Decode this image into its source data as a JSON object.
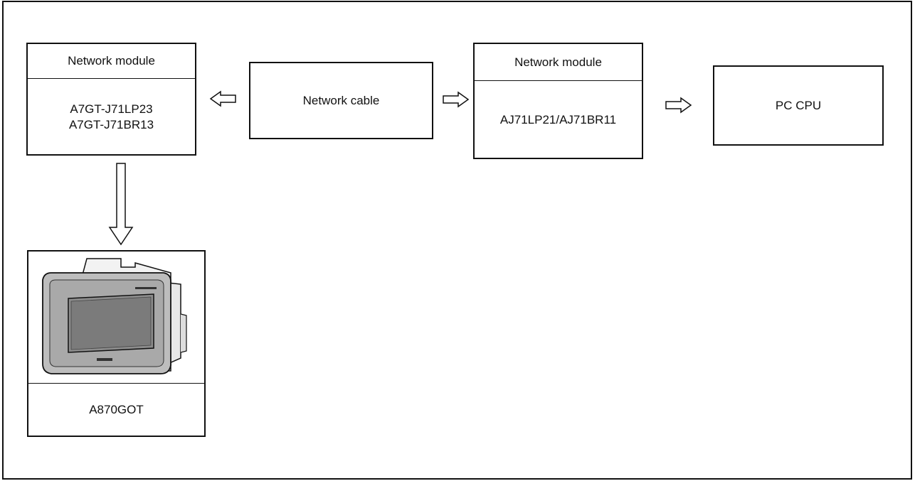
{
  "left_module": {
    "header": "Network module",
    "models": [
      "A7GT-J71LP23",
      "A7GT-J71BR13"
    ]
  },
  "cable": {
    "label": "Network cable"
  },
  "right_module": {
    "header": "Network module",
    "model": "AJ71LP21/AJ71BR11"
  },
  "cpu": {
    "label": "PC CPU"
  },
  "got": {
    "label": "A870GOT",
    "image": "GOT touch panel unit illustration"
  },
  "arrows": [
    {
      "name": "cable-to-left-module-arrow",
      "direction": "left"
    },
    {
      "name": "cable-to-right-module-arrow",
      "direction": "right"
    },
    {
      "name": "module-to-cpu-arrow",
      "direction": "right"
    },
    {
      "name": "module-to-got-arrow",
      "direction": "down"
    }
  ]
}
